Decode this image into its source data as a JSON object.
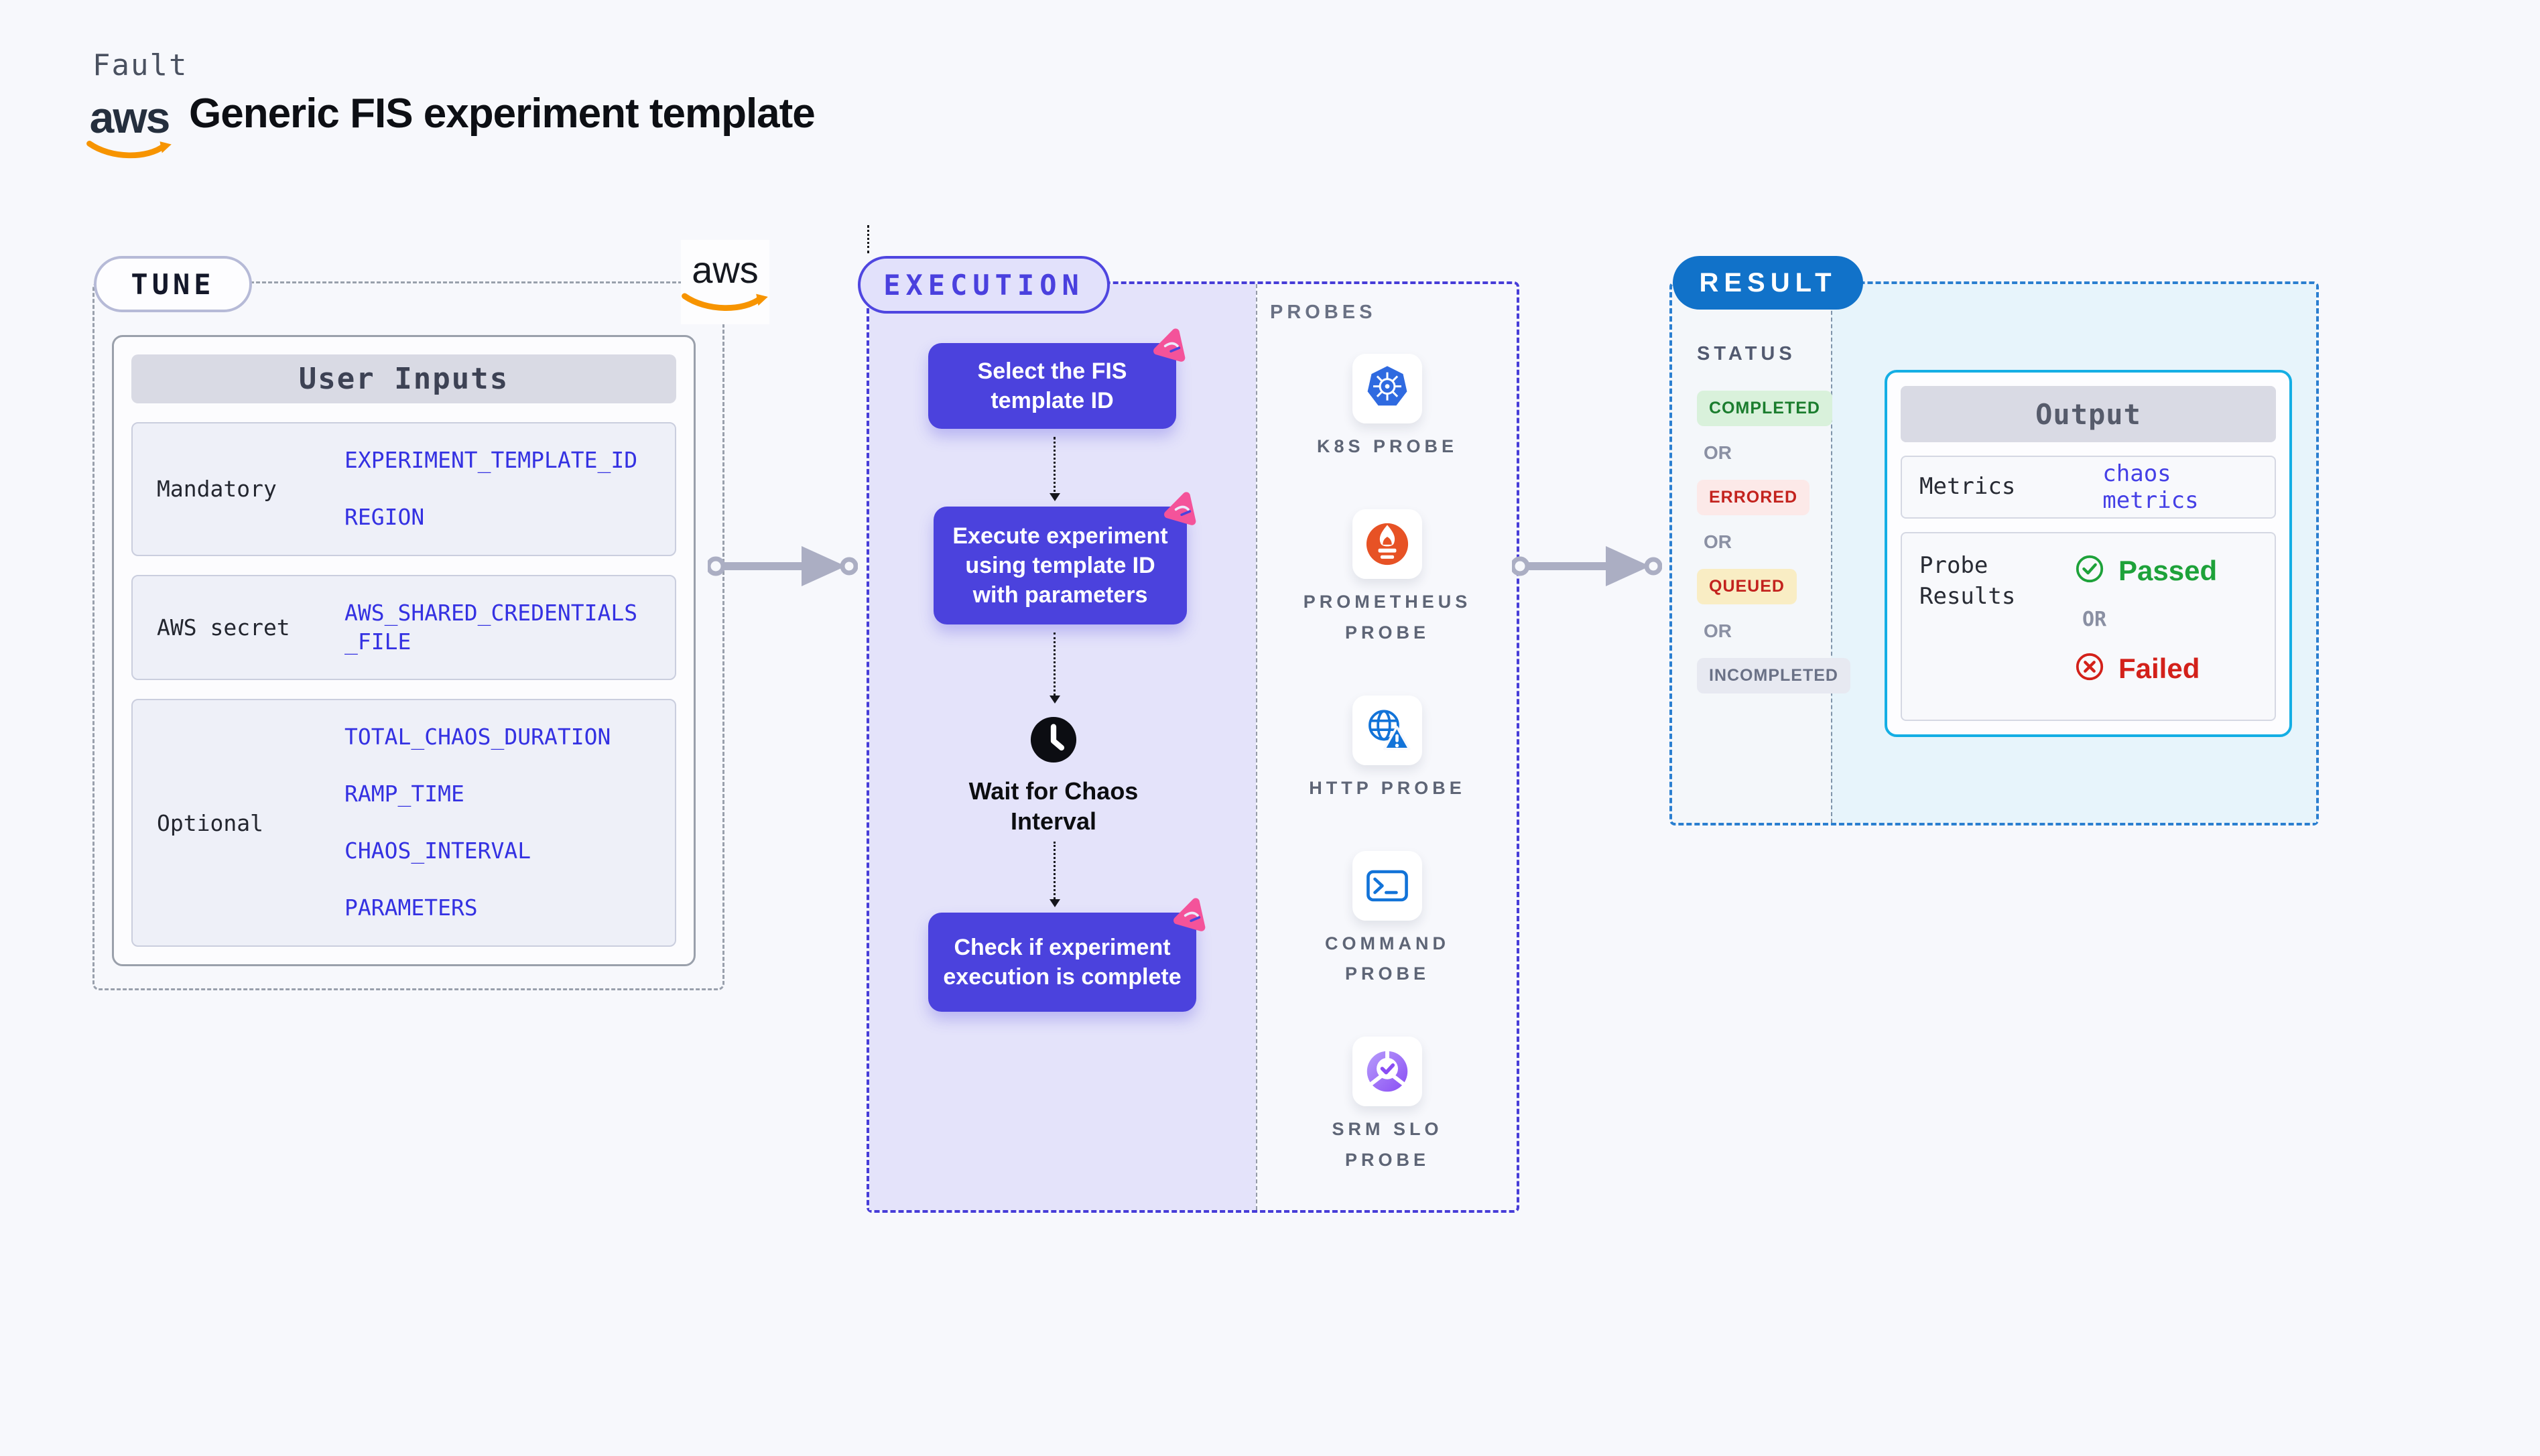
{
  "header": {
    "app_label": "Fault",
    "title": "Generic FIS experiment template",
    "aws_logo": "aws"
  },
  "tune": {
    "section_label": "TUNE",
    "aws_logo": "aws",
    "user_inputs": {
      "header": "User Inputs",
      "rows": [
        {
          "label": "Mandatory",
          "values": [
            "EXPERIMENT_TEMPLATE_ID",
            "REGION"
          ]
        },
        {
          "label": "AWS secret",
          "values": [
            "AWS_SHARED_CREDENTIALS_FILE"
          ]
        },
        {
          "label": "Optional",
          "values": [
            "TOTAL_CHAOS_DURATION",
            "RAMP_TIME",
            "CHAOS_INTERVAL",
            "PARAMETERS"
          ]
        }
      ]
    }
  },
  "execution": {
    "section_label": "EXECUTION",
    "steps": {
      "select": "Select the FIS template ID",
      "execute": "Execute experiment using template ID with parameters",
      "wait": "Wait for Chaos Interval",
      "check": "Check if experiment execution is complete"
    },
    "probes": {
      "label": "PROBES",
      "items": [
        {
          "name": "K8S PROBE",
          "icon": "kubernetes-icon"
        },
        {
          "name": "PROMETHEUS PROBE",
          "icon": "prometheus-icon"
        },
        {
          "name": "HTTP PROBE",
          "icon": "http-globe-icon"
        },
        {
          "name": "COMMAND PROBE",
          "icon": "terminal-icon"
        },
        {
          "name": "SRM SLO PROBE",
          "icon": "slo-donut-icon"
        }
      ]
    }
  },
  "result": {
    "section_label": "RESULT",
    "status": {
      "label": "STATUS",
      "separator": "OR",
      "badges": [
        {
          "text": "COMPLETED",
          "bg": "#d9f1db",
          "color": "#1b7d2e"
        },
        {
          "text": "ERRORED",
          "bg": "#fce9e8",
          "color": "#c3231e"
        },
        {
          "text": "QUEUED",
          "bg": "#f9edc4",
          "color": "#c3231e"
        },
        {
          "text": "INCOMPLETED",
          "bg": "#e7e9f1",
          "color": "#6a7186"
        }
      ]
    },
    "output": {
      "header": "Output",
      "metrics_label": "Metrics",
      "metrics_value": "chaos metrics",
      "probe_results_label": "Probe Results",
      "passed": "Passed",
      "separator": "OR",
      "failed": "Failed"
    }
  },
  "colors": {
    "page_bg": "#f7f8fc",
    "indigo_node": "#4b42dd",
    "execution_lavender": "#e4e3fa",
    "litmus_pink": "#f4539a",
    "result_blue": "#1172c9",
    "output_border": "#14aee4",
    "passed_green": "#1ea23a",
    "failed_red": "#d3211a",
    "arrow_gray": "#abaec3",
    "aws_orange": "#f79400"
  }
}
